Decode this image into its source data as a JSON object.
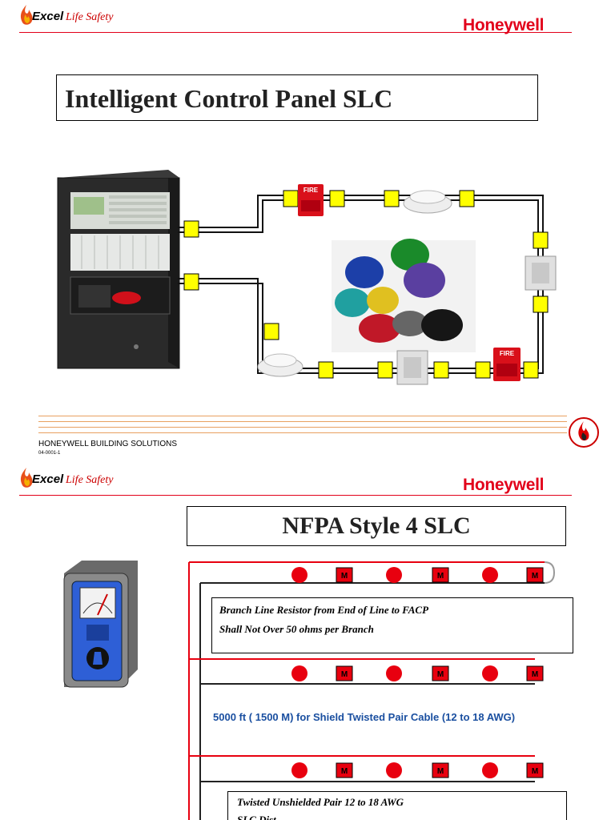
{
  "slide1": {
    "logo_excel": "Excel",
    "logo_life_safety": "Life Safety",
    "brand": "Honeywell",
    "title": "Intelligent Control Panel SLC",
    "footer": "HONEYWELL BUILDING SOLUTIONS",
    "footer_code": "04-0001-1",
    "fire_label": "FIRE"
  },
  "slide2": {
    "logo_excel": "Excel",
    "logo_life_safety": "Life Safety",
    "brand": "Honeywell",
    "title": "NFPA Style 4 SLC",
    "module_label": "M",
    "note_line1": "Branch Line Resistor from End of Line to FACP",
    "note_line2": "Shall Not Over 50 ohms per Branch",
    "distance_note": "5000 ft ( 1500 M) for Shield Twisted Pair Cable (12 to 18 AWG)",
    "bottom_note_line1": "Twisted Unshielded Pair  12  to 18 AWG",
    "bottom_note_line2": "SLC Dist"
  },
  "colors": {
    "brand_red": "#e2001a",
    "module_yellow": "#ffff00",
    "device_red": "#e8000f",
    "meter_blue": "#2e5fd6"
  }
}
